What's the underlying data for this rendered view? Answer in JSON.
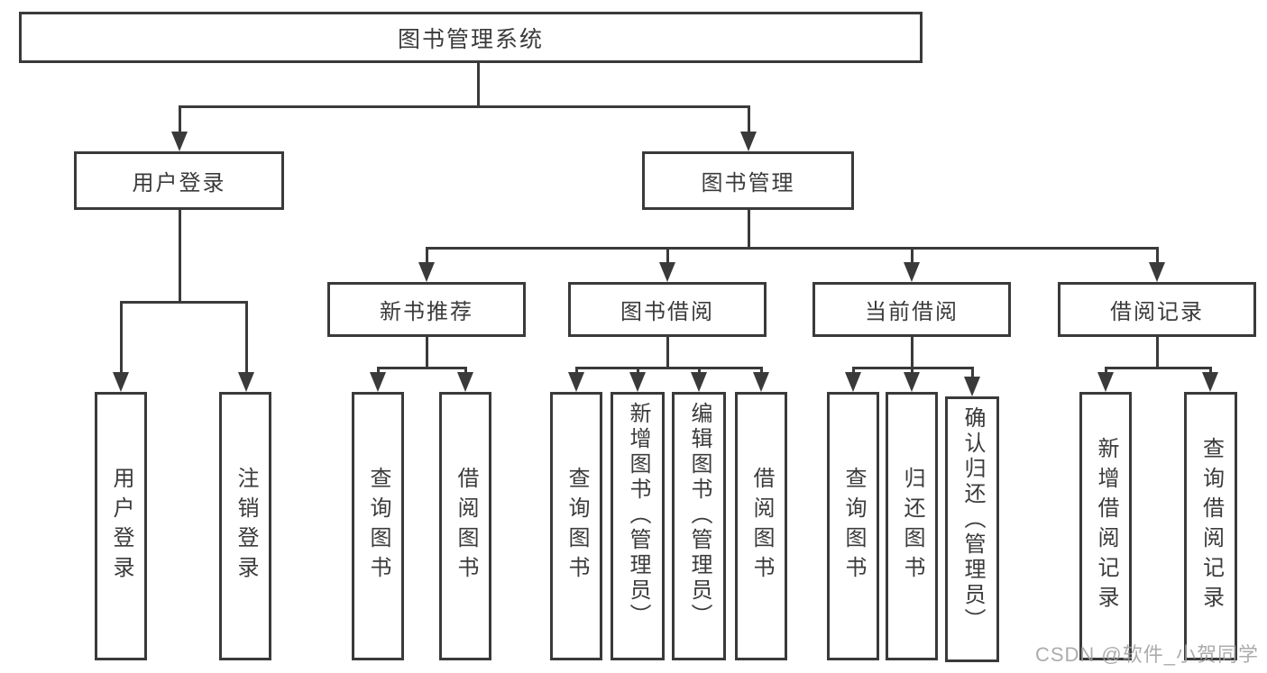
{
  "colors": {
    "line": "#3a3a3a",
    "text": "#3b3b3b",
    "watermark": "#9e9e9e",
    "background": "#ffffff"
  },
  "watermark": {
    "text": "CSDN @软件_小贺同学"
  },
  "tree": {
    "root": {
      "label": "图书管理系统"
    },
    "branches": [
      {
        "label": "用户登录",
        "children": [
          {
            "label": "用户登录"
          },
          {
            "label": "注销登录"
          }
        ]
      },
      {
        "label": "图书管理",
        "children": [
          {
            "label": "新书推荐",
            "children": [
              {
                "label": "查询图书"
              },
              {
                "label": "借阅图书"
              }
            ]
          },
          {
            "label": "图书借阅",
            "children": [
              {
                "label": "查询图书"
              },
              {
                "label": "新增图书（管理员）"
              },
              {
                "label": "编辑图书（管理员）"
              },
              {
                "label": "借阅图书"
              }
            ]
          },
          {
            "label": "当前借阅",
            "children": [
              {
                "label": "查询图书"
              },
              {
                "label": "归还图书"
              },
              {
                "label": "确认归还（管理员）"
              }
            ]
          },
          {
            "label": "借阅记录",
            "children": [
              {
                "label": "新增借阅记录"
              },
              {
                "label": "查询借阅记录"
              }
            ]
          }
        ]
      }
    ]
  }
}
